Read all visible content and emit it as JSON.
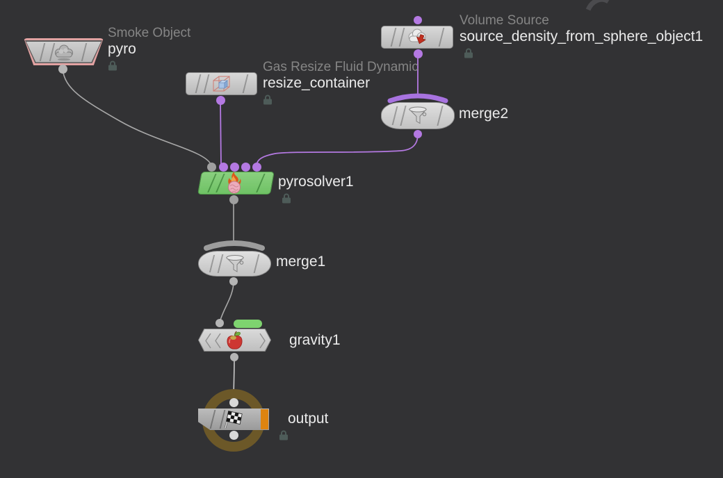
{
  "editor": {
    "app": "network-editor",
    "background_color": "#323234",
    "watermark_color": "#4b4b4e"
  },
  "colors": {
    "wire_gray": "#a8a8a8",
    "wire_purple": "#b479e2",
    "merge_arc_purple": "#a873e0",
    "merge_arc_gray": "#9c9c9c",
    "node_gray": "#cbcbcb",
    "node_green": "#7cc972",
    "node_output_gray": "#a8a8a8",
    "pink_outline": "#e2a2a2",
    "display_flag_orange": "#dd8410",
    "output_ring_gold": "#6c5828",
    "badge_green": "#7ed36f",
    "label_gray": "#858585",
    "label_white": "#ebebeb",
    "lock_icon": "#4e5c59"
  },
  "nodes": [
    {
      "name": "pyro",
      "type_label": "Smoke Object",
      "icon": "smoke-cloud-icon",
      "locked": true
    },
    {
      "name": "resize_container",
      "type_label": "Gas Resize Fluid Dynamic",
      "icon": "resize-cube-icon",
      "locked": true
    },
    {
      "name": "source_density_from_sphere_object1",
      "type_label": "Volume Source",
      "icon": "volume-source-icon",
      "locked": true
    },
    {
      "name": "merge2",
      "icon": "funnel-icon",
      "locked": false
    },
    {
      "name": "pyrosolver1",
      "icon": "pyro-flame-icon",
      "locked": true
    },
    {
      "name": "merge1",
      "icon": "funnel-icon",
      "locked": false
    },
    {
      "name": "gravity1",
      "icon": "apple-icon",
      "locked": false,
      "badge": "green-flag"
    },
    {
      "name": "output",
      "icon": "checkered-flag-icon",
      "locked": true,
      "display_flag": true,
      "output_ring": true
    }
  ]
}
